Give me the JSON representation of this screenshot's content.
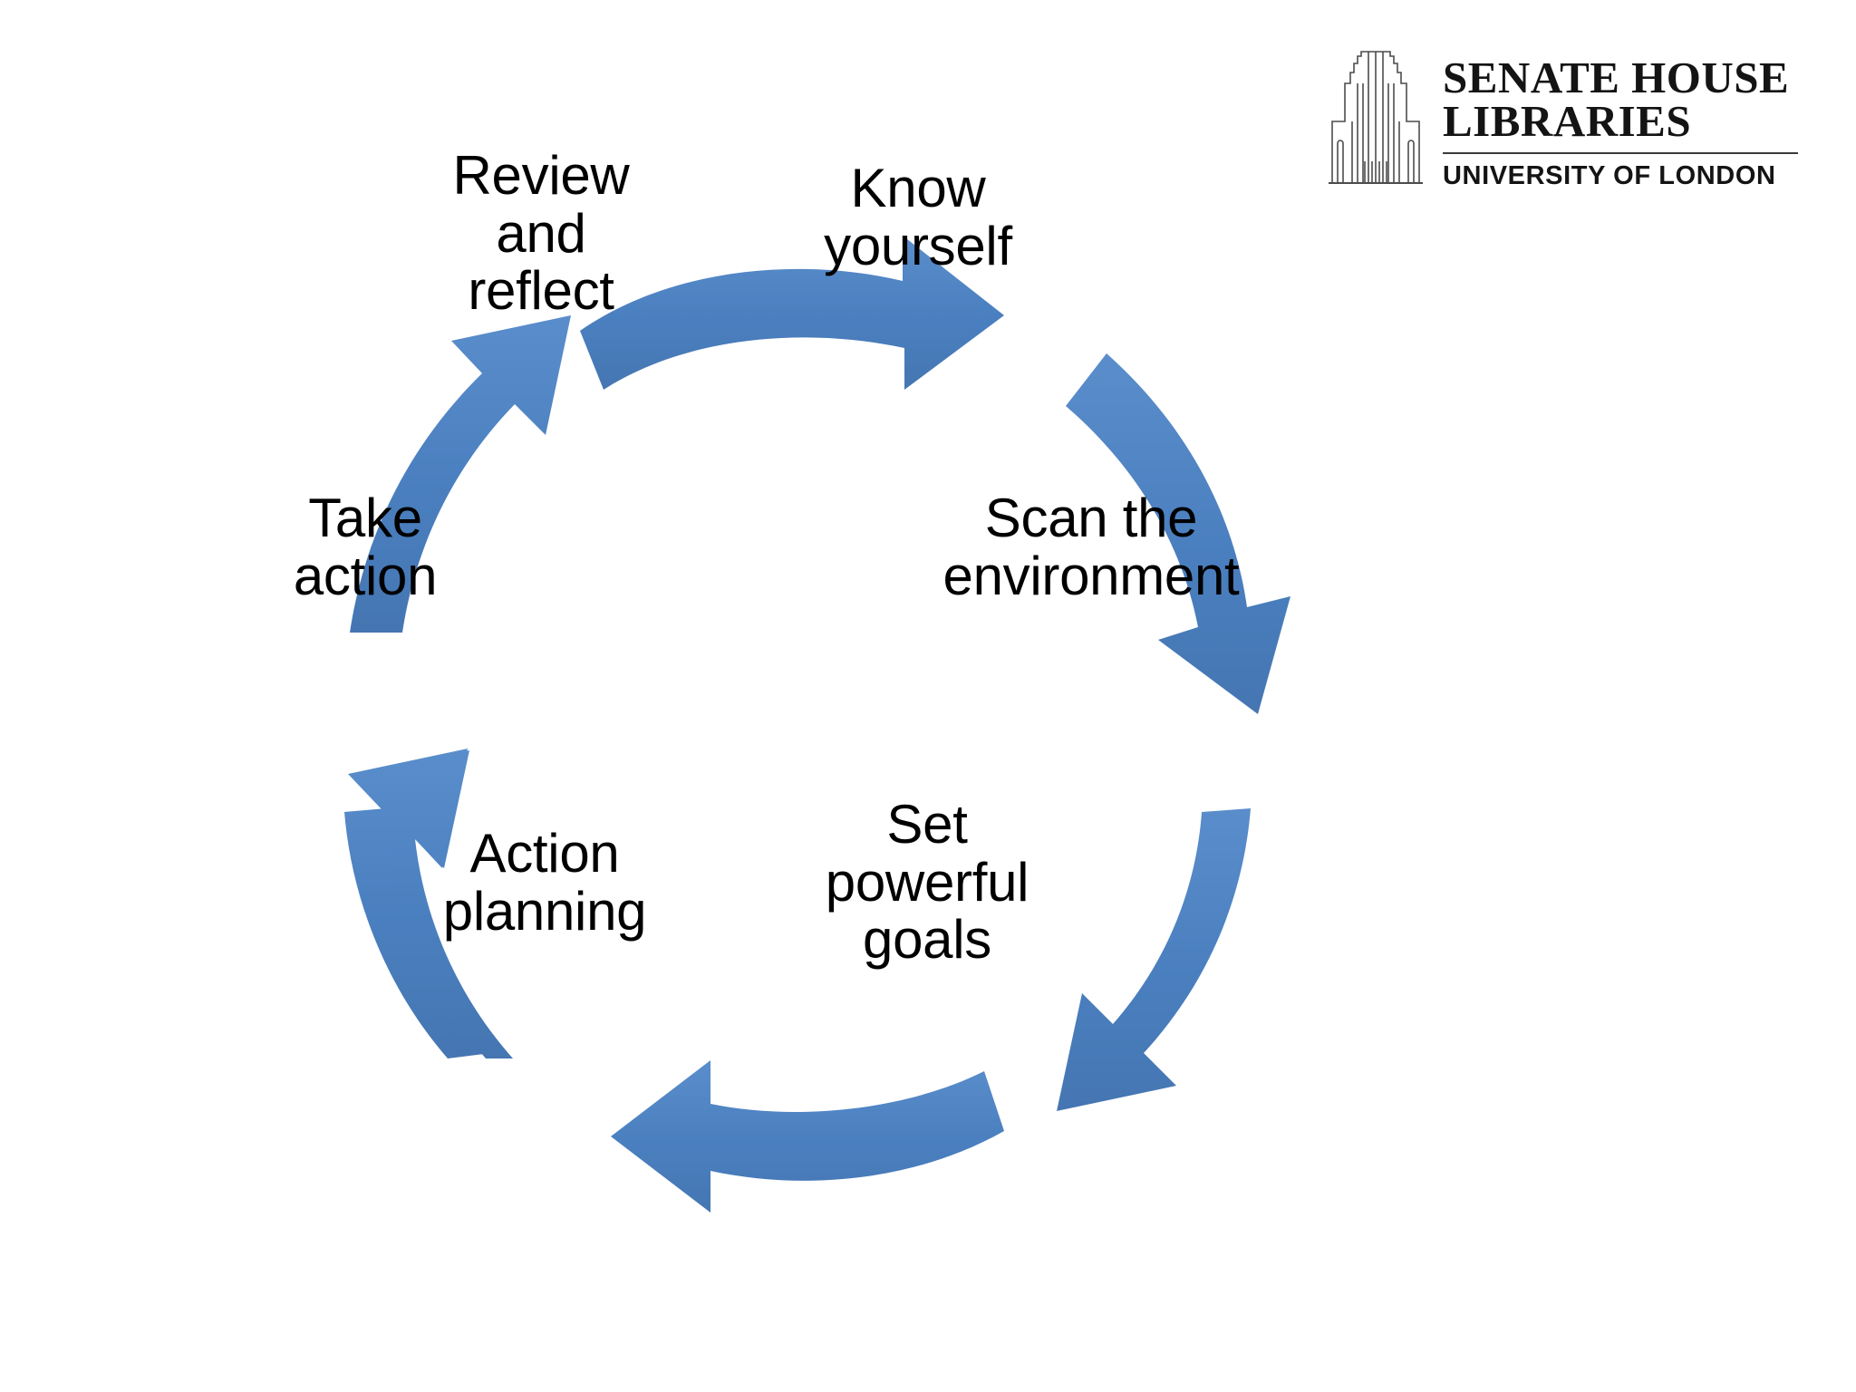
{
  "slide": {
    "background_color": "#ffffff",
    "accent_color": "#4a7fbf",
    "text_color": "#000000"
  },
  "logo": {
    "name": "senate-house-libraries-logo",
    "line1": "SENATE HOUSE",
    "line2": "LIBRARIES",
    "subtitle": "UNIVERSITY OF LONDON",
    "mark": "senate-house-building-icon"
  },
  "diagram": {
    "type": "cycle",
    "direction": "clockwise",
    "step_count": 6,
    "arrow_color": "#4a7fbf",
    "steps": [
      {
        "id": "know-yourself",
        "label": "Know\nyourself",
        "order": 1,
        "angle_deg": 30
      },
      {
        "id": "scan-environment",
        "label": "Scan the\nenvironment",
        "order": 2,
        "angle_deg": 90
      },
      {
        "id": "set-goals",
        "label": "Set\npowerful\ngoals",
        "order": 3,
        "angle_deg": 150
      },
      {
        "id": "action-planning",
        "label": "Action\nplanning",
        "order": 4,
        "angle_deg": 210
      },
      {
        "id": "take-action",
        "label": "Take\naction",
        "order": 5,
        "angle_deg": 270
      },
      {
        "id": "review-reflect",
        "label": "Review\nand\nreflect",
        "order": 6,
        "angle_deg": 330
      }
    ],
    "arrows": [
      {
        "id": "arrow-review-to-know",
        "from": "review-reflect",
        "to": "know-yourself",
        "icon": "curved-arrow-right-icon"
      },
      {
        "id": "arrow-know-to-scan",
        "from": "know-yourself",
        "to": "scan-environment",
        "icon": "curved-arrow-down-right-icon"
      },
      {
        "id": "arrow-scan-to-goals",
        "from": "scan-environment",
        "to": "set-goals",
        "icon": "curved-arrow-down-left-icon"
      },
      {
        "id": "arrow-goals-to-action",
        "from": "set-goals",
        "to": "action-planning",
        "icon": "curved-arrow-left-icon"
      },
      {
        "id": "arrow-action-to-take",
        "from": "action-planning",
        "to": "take-action",
        "icon": "curved-arrow-up-left-icon"
      },
      {
        "id": "arrow-take-to-review",
        "from": "take-action",
        "to": "review-reflect",
        "icon": "curved-arrow-up-right-icon"
      }
    ]
  }
}
